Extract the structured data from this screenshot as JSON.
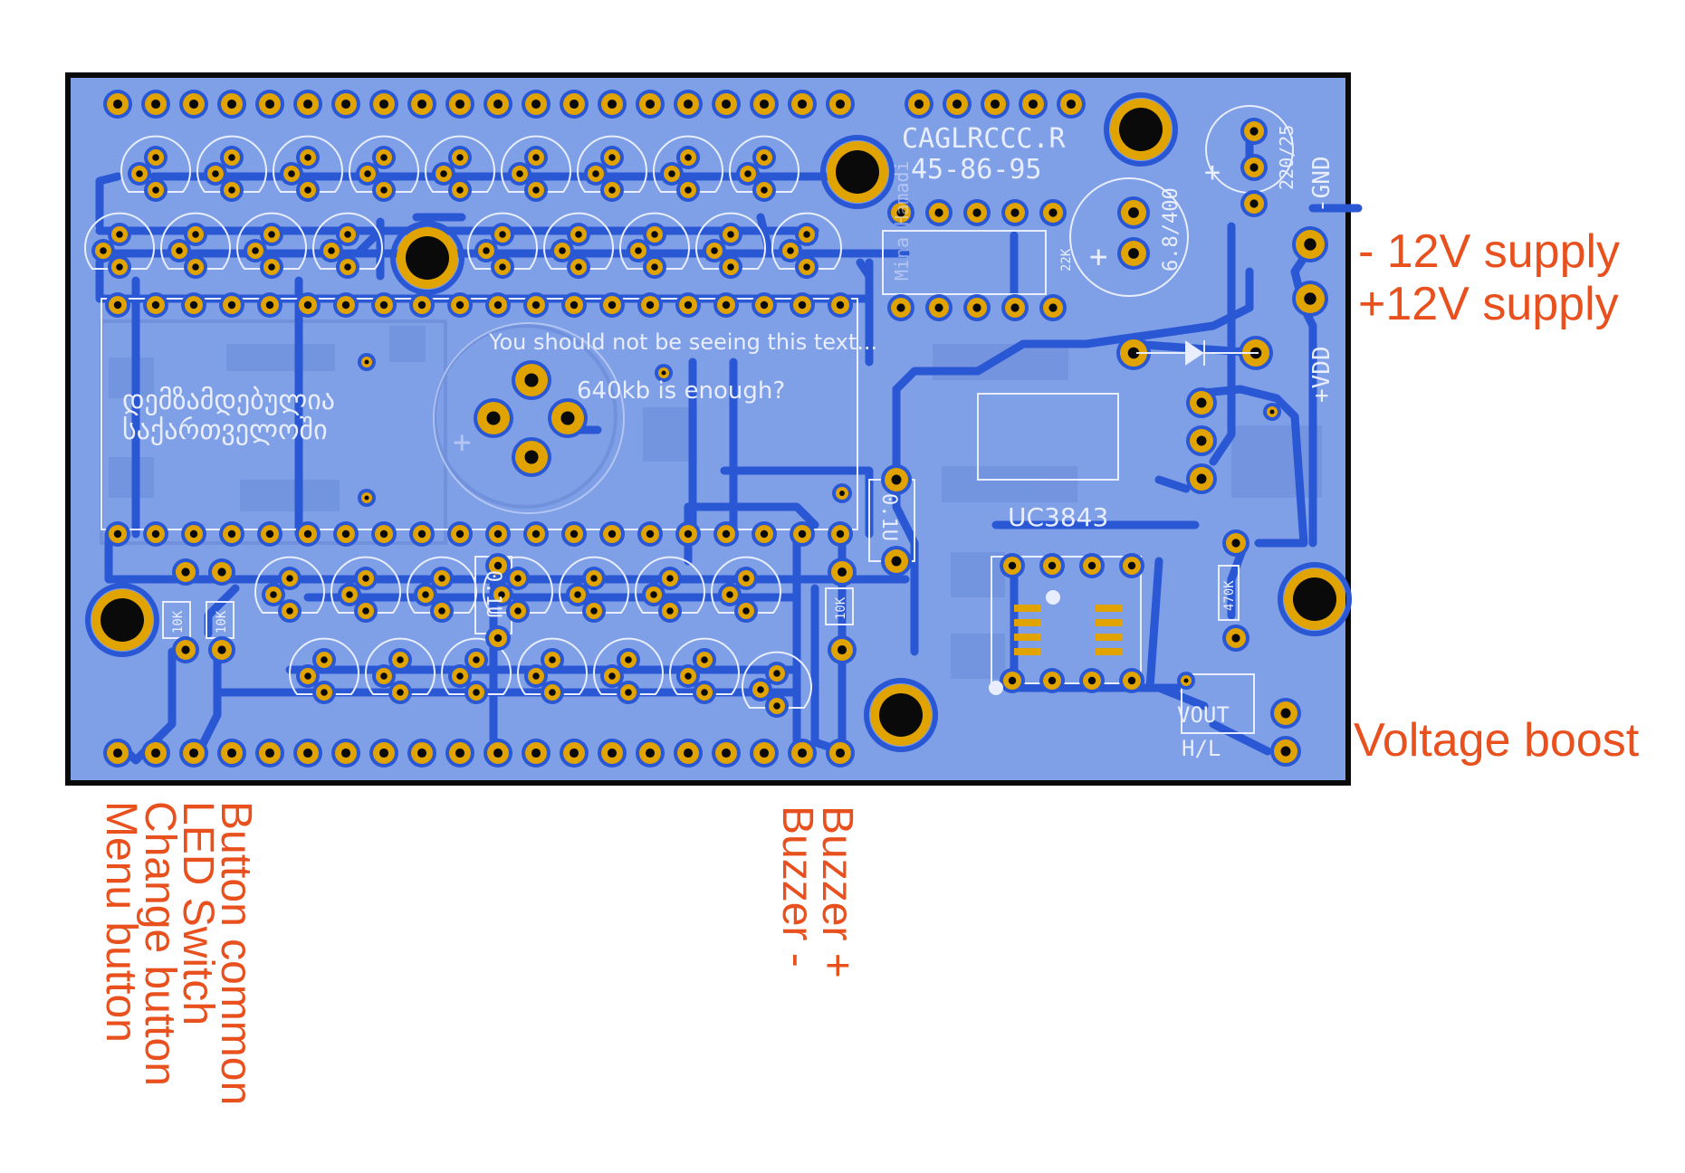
{
  "board": {
    "colors": {
      "board": "#7f9fe6",
      "copper": "#2a57d4",
      "pad_ring": "#e0a300",
      "hole": "#0a0a0a",
      "silk": "#e8eeff",
      "frame": "#0a0a0a",
      "annotation": "#e8501e"
    },
    "silk": {
      "maker_line1": "CAGLRCCC.R",
      "maker_line2": "45-86-95",
      "msg1": "You should not be seeing this text...",
      "msg2": "640kb is enough?",
      "georgian1": "დემზამდებულია",
      "georgian2": "საქართველოში",
      "cap_large": "6.8/400",
      "cap_small": "220/25",
      "gnd": "-GND",
      "vdd": "+VDD",
      "chip": "UC3843",
      "r22k": "22K",
      "mina": "Mina Hamadi",
      "c01a": "0.1U",
      "c01b": "0.1U",
      "r10k_a": "10K",
      "r10k_b": "10K",
      "r10k_c": "10K",
      "r470k": "470K",
      "vout": "VOUT",
      "hl": "H/L",
      "plus1": "+",
      "plus2": "+",
      "plus3": "+"
    }
  },
  "annotations": {
    "neg12": "- 12V supply",
    "pos12": "+12V supply",
    "boost": "Voltage boost",
    "btn_common": "Button common",
    "led_switch": "LED Switch",
    "change_btn": "Change button",
    "menu_btn": "Menu  button",
    "buzzer_plus": "Buzzer +",
    "buzzer_minus": "Buzzer -"
  }
}
